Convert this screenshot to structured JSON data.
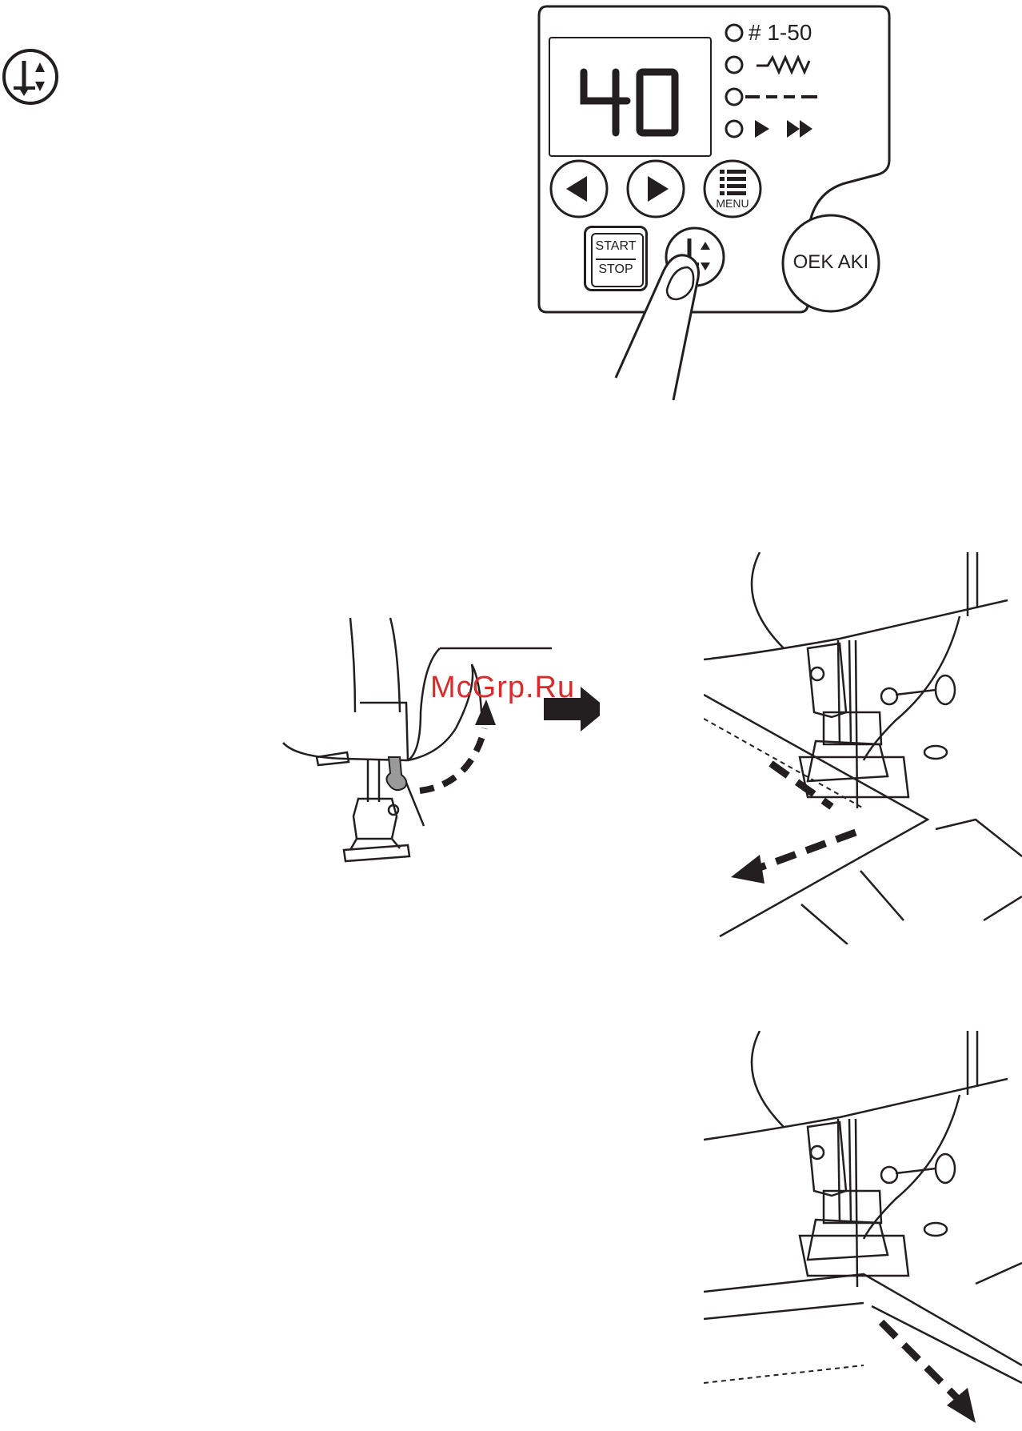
{
  "side_icon": {
    "name": "needle-up-down-icon"
  },
  "panel": {
    "display_value": "40",
    "indicators": [
      {
        "label": "# 1-50",
        "icon": "number-indicator"
      },
      {
        "label": "",
        "icon": "zigzag-stitch-icon"
      },
      {
        "label": "",
        "icon": "straight-stitch-icon"
      },
      {
        "label": "",
        "icon": "play-fast-forward-icon"
      }
    ],
    "buttons": {
      "left": "left-arrow-button",
      "right": "right-arrow-button",
      "menu": "MENU",
      "start": "START",
      "stop": "STOP",
      "oekaki": "OEK AKI"
    }
  },
  "watermark": {
    "text": "McGrp.Ru",
    "color": "#d92b2b"
  },
  "colors": {
    "ink": "#231f20",
    "lever": "#9a9a9a"
  }
}
